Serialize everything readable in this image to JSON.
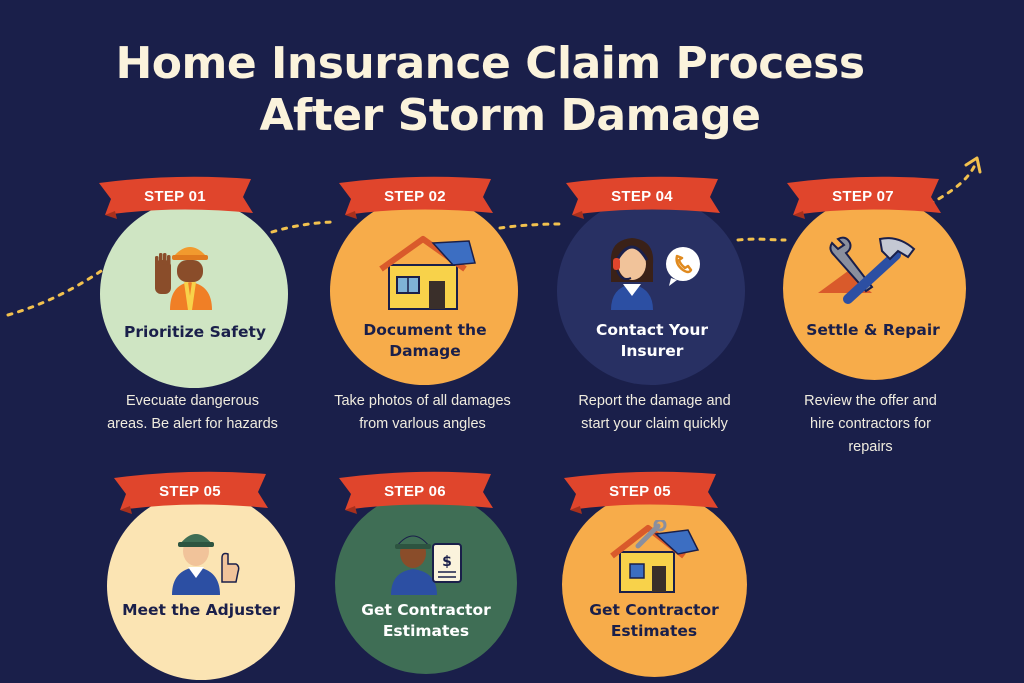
{
  "title": {
    "line1": "Home Insurance Claim Process",
    "line2": "After Storm Damage"
  },
  "colors": {
    "background": "#1a1f4a",
    "ribbon": "#e0452c",
    "circle_green_light": "#cfe5c3",
    "circle_orange": "#f7ac4a",
    "circle_navy": "#283063",
    "circle_cream": "#fbe4b3",
    "circle_green_dark": "#3f6e55"
  },
  "steps": [
    {
      "label": "STEP 01",
      "title_line1": "Prioritize Safety",
      "title_line2": "",
      "desc_line1": "Evecuate dangerous",
      "desc_line2": "areas. Be alert for hazards",
      "desc_line3": "",
      "icon": "worker-stop-hand-icon"
    },
    {
      "label": "STEP 02",
      "title_line1": "Document the",
      "title_line2": "Damage",
      "desc_line1": "Take photos of all damages",
      "desc_line2": "from varlous angles",
      "desc_line3": "",
      "icon": "damaged-house-icon"
    },
    {
      "label": "STEP 04",
      "title_line1": "Contact Your",
      "title_line2": "Insurer",
      "desc_line1": "Report the damage and",
      "desc_line2": "start your claim quickly",
      "desc_line3": "",
      "icon": "call-agent-icon"
    },
    {
      "label": "STEP 07",
      "title_line1": "Settle & Repair",
      "title_line2": "",
      "desc_line1": "Review the offer and",
      "desc_line2": "hire contractors for",
      "desc_line3": "repairs",
      "icon": "tools-hammer-wrench-icon"
    },
    {
      "label": "STEP 05",
      "title_line1": "Meet the Adjuster",
      "title_line2": "",
      "icon": "adjuster-thumbs-up-icon"
    },
    {
      "label": "STEP 06",
      "title_line1": "Get Contractor",
      "title_line2": "Estimates",
      "icon": "contractor-estimate-icon"
    },
    {
      "label": "STEP 05",
      "title_line1": "Get Contractor",
      "title_line2": "Estimates",
      "icon": "house-repair-icon"
    }
  ]
}
